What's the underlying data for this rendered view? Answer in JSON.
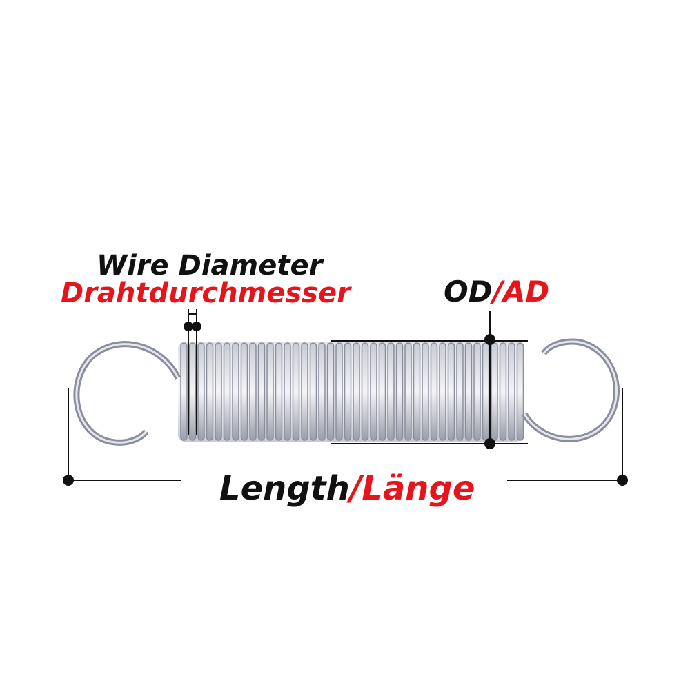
{
  "labels": {
    "wire_diameter_en": "Wire Diameter",
    "wire_diameter_de": "Drahtdurchmesser",
    "od_en": "OD",
    "od_sep": "/",
    "od_de": "AD",
    "length_en": "Length",
    "length_sep": "/",
    "length_de": "Länge"
  },
  "colors": {
    "black": "#111111",
    "red": "#e8141b",
    "steel": "#8a8e9c"
  }
}
